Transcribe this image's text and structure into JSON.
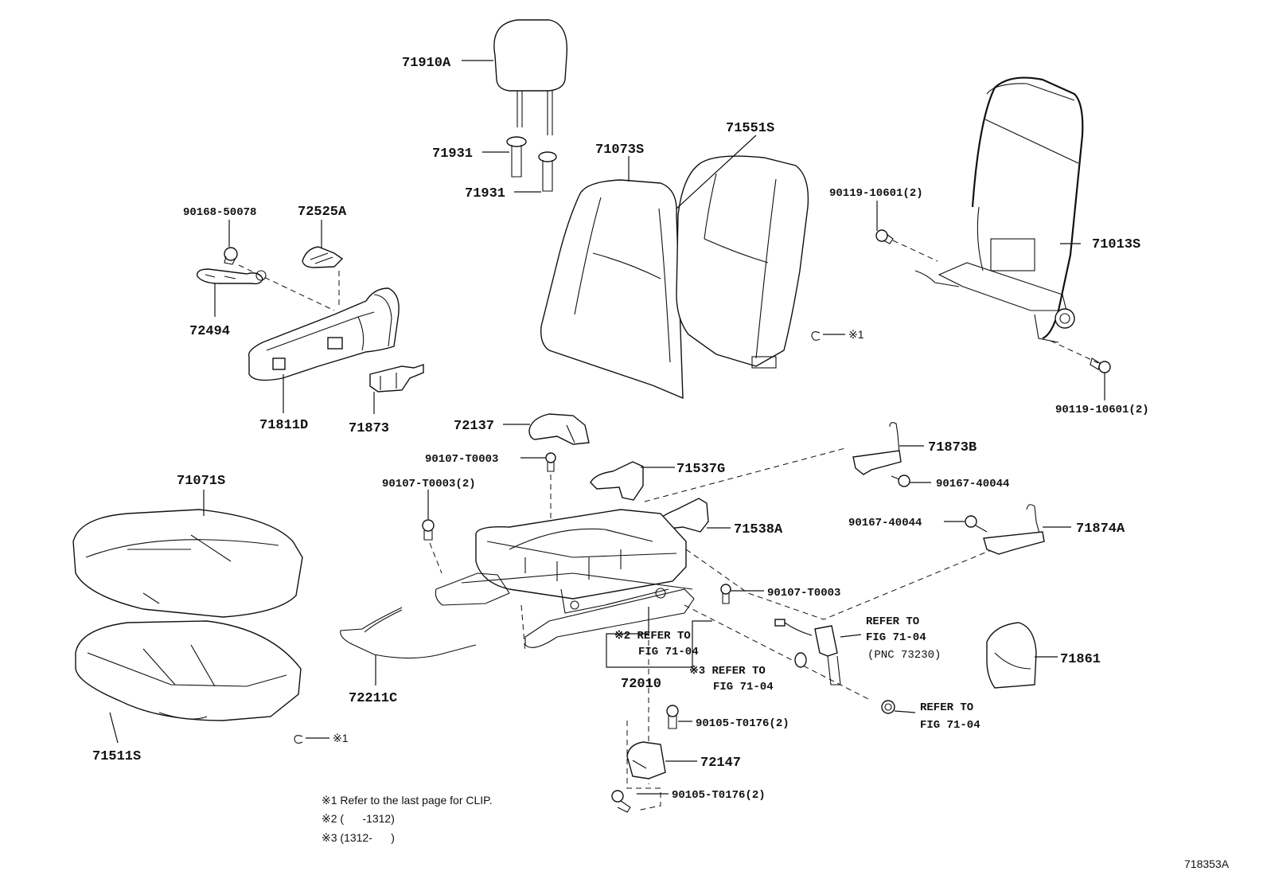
{
  "parts": {
    "p71910A": "71910A",
    "p71931a": "71931",
    "p71931b": "71931",
    "p71073S": "71073S",
    "p71551S": "71551S",
    "p90119a": "90119-10601(2)",
    "p71013S": "71013S",
    "p90119b": "90119-10601(2)",
    "p90168": "90168-50078",
    "p72525A": "72525A",
    "p72494": "72494",
    "p71811D": "71811D",
    "p71873": "71873",
    "p72137": "72137",
    "p71873B": "71873B",
    "p90107a": "90107-T0003",
    "p71537G": "71537G",
    "p90167a": "90167-40044",
    "p90107b": "90107-T0003(2)",
    "p71538A": "71538A",
    "p90167b": "90167-40044",
    "p71874A": "71874A",
    "p71071S": "71071S",
    "p90107c": "90107-T0003",
    "p72211C": "72211C",
    "p72010": "72010",
    "p71861": "71861",
    "p71511S": "71511S",
    "p90105a": "90105-T0176(2)",
    "p72147": "72147",
    "p90105b": "90105-T0176(2)"
  },
  "refs": {
    "r2_line1": "※2 REFER TO",
    "r2_line2": "FIG 71-04",
    "r3_line1": "※3 REFER TO",
    "r3_line2": "FIG 71-04",
    "belt_line1": "REFER TO",
    "belt_line2": "FIG 71-04",
    "belt_line3": "(PNC 73230)",
    "nut_line1": "REFER TO",
    "nut_line2": "FIG 71-04"
  },
  "clip_markers": {
    "upper": "※1",
    "lower": "※1"
  },
  "notes": {
    "n1": "※1 Refer to the last page for CLIP.",
    "n2": "※2 (      -1312)",
    "n3": "※3 (1312-      )"
  },
  "diagram_id": "718353A"
}
